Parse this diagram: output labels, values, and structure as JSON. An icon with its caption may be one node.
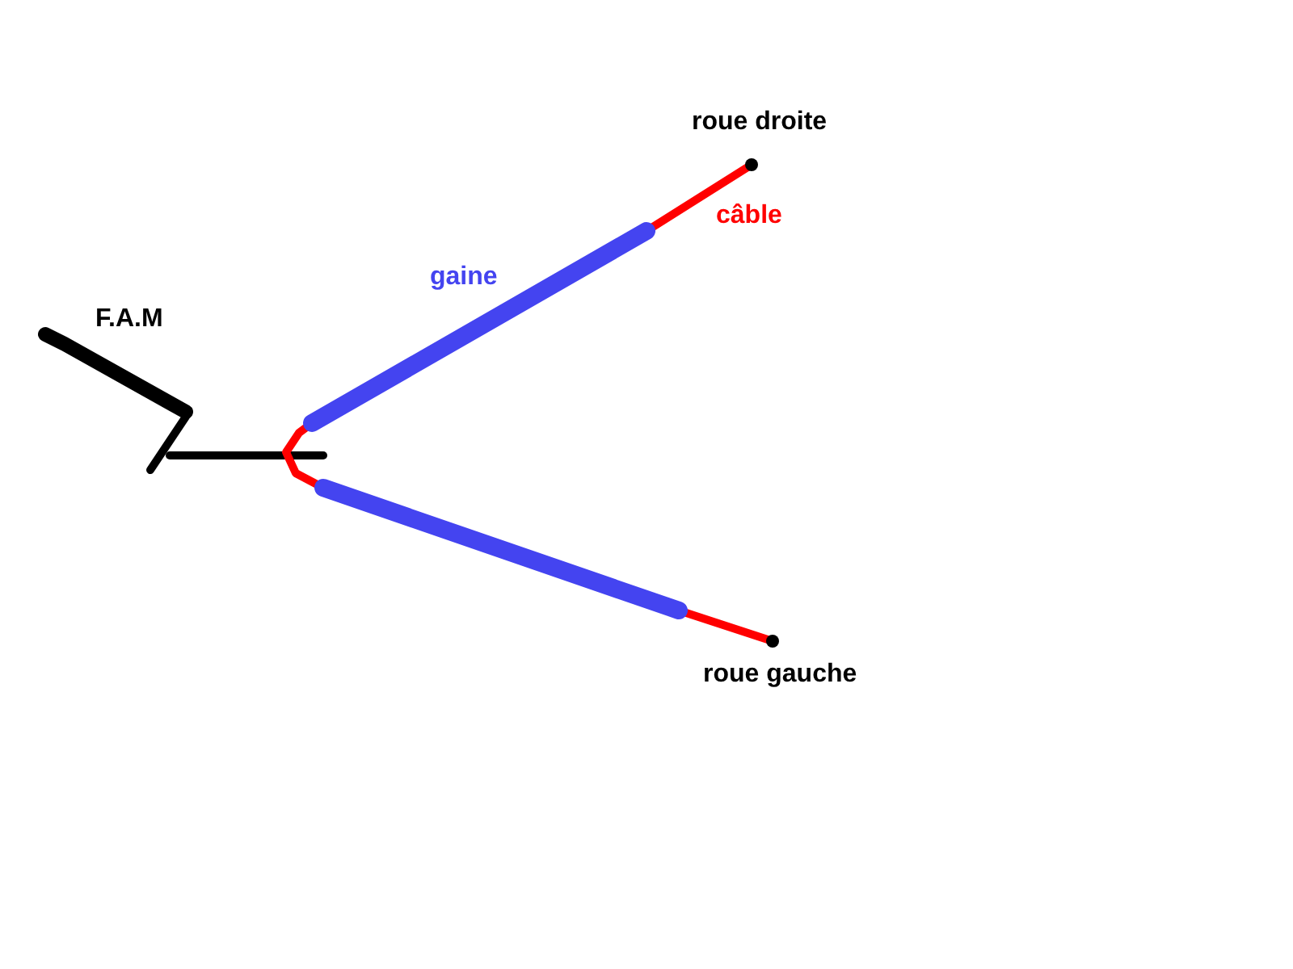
{
  "diagram": {
    "labels": [
      "roue droite",
      "câble",
      "gaine",
      "F.A.M",
      "roue gauche"
    ]
  }
}
